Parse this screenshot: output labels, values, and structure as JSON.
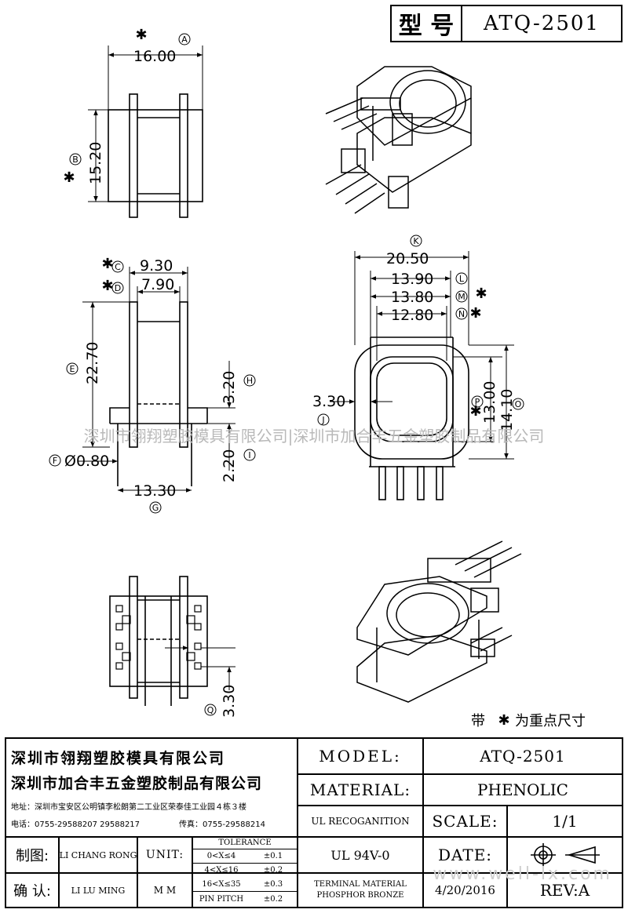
{
  "header": {
    "model_label": "型 号",
    "model_value": "ATQ-2501"
  },
  "dimensions": {
    "a": "16.00",
    "b": "15.20",
    "c": "9.30",
    "d": "7.90",
    "e": "22.70",
    "h": "3.20",
    "i": "2.20",
    "f": "Ø0.80",
    "g": "13.30",
    "k": "20.50",
    "l": "13.90",
    "m": "13.80",
    "n": "12.80",
    "j": "3.30",
    "p": "13.00",
    "o": "14.10",
    "q": "3.30"
  },
  "markers": {
    "a": "A",
    "b": "B",
    "c": "C",
    "d": "D",
    "e": "E",
    "f": "F",
    "g": "G",
    "h": "H",
    "i": "I",
    "j": "J",
    "k": "K",
    "l": "L",
    "m": "M",
    "n": "N",
    "o": "O",
    "p": "P",
    "q": "Q",
    "star": "✱"
  },
  "note": {
    "prefix": "带",
    "suffix": "为重点尺寸"
  },
  "watermark": "深圳市翎翔塑胶模具有限公司|深圳市加合丰五金塑胶制品有限公司",
  "watermark_url": "www.well-lx.com",
  "title_block": {
    "company1": "深圳市翎翔塑胶模具有限公司",
    "company2": "深圳市加合丰五金塑胶制品有限公司",
    "address": "地址：深圳市宝安区公明镇李松朗第二工业区荣泰佳工业园４栋３楼",
    "phone": "电话：0755-29588207 29588217",
    "fax": "传真：0755-29588214",
    "drawn_label": "制图:",
    "drawn_value": "LI CHANG RONG",
    "check_label": "确 认:",
    "check_value": "LI LU MING",
    "unit_label": "UNIT:",
    "unit_value": "M M",
    "tolerance_title": "TOLERANCE",
    "tolerances": [
      {
        "range": "0<X≤4",
        "value": "±0.1"
      },
      {
        "range": "4<X≤16",
        "value": "±0.2"
      },
      {
        "range": "16<X≤35",
        "value": "±0.3"
      },
      {
        "range": "PIN PITCH",
        "value": "±0.2"
      }
    ],
    "model_label": "MODEL:",
    "model_value": "ATQ-2501",
    "material_label": "MATERIAL:",
    "material_value": "PHENOLIC",
    "ul_label": "UL RECOGANITION",
    "ul_value": "UL 94V-0",
    "scale_label": "SCALE:",
    "scale_value": "1/1",
    "date_label": "DATE:",
    "terminal_line1": "TERMINAL MATERIAL",
    "terminal_line2": "PHOSPHOR BRONZE",
    "date_value": "4/20/2016",
    "rev_label": "REV:",
    "rev_value": "A"
  }
}
